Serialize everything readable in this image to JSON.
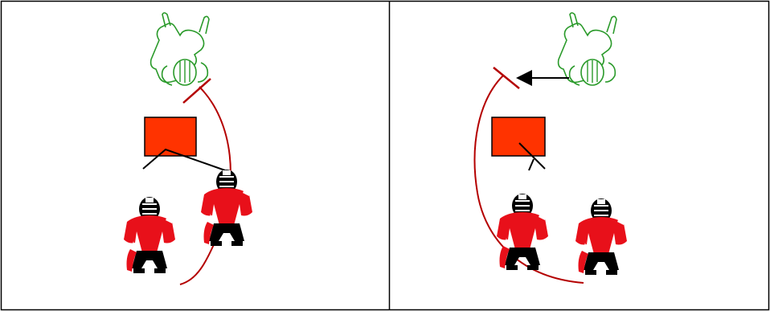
{
  "colors": {
    "background": "#ffffff",
    "border": "#000000",
    "block_fill": "#ff3300",
    "block_stroke": "#000000",
    "offense_red": "#e8101a",
    "offense_dark": "#000000",
    "defender_green": "#2a9a2a",
    "route_red": "#b40000",
    "arrow_black": "#000000"
  },
  "panels": [
    {
      "id": "left",
      "defender": {
        "icon": "green-defender-icon",
        "facing": "down"
      },
      "offense": [
        {
          "icon": "red-player-icon"
        },
        {
          "icon": "red-player-icon"
        }
      ],
      "block_marker": {
        "icon": "red-square-block"
      },
      "route": {
        "icon": "curved-red-route"
      },
      "arrow": null
    },
    {
      "id": "right",
      "defender": {
        "icon": "green-defender-icon",
        "facing": "down"
      },
      "offense": [
        {
          "icon": "red-player-icon"
        },
        {
          "icon": "red-player-icon"
        }
      ],
      "block_marker": {
        "icon": "red-square-block"
      },
      "route": {
        "icon": "curved-red-route"
      },
      "arrow": {
        "icon": "left-arrow"
      }
    }
  ]
}
